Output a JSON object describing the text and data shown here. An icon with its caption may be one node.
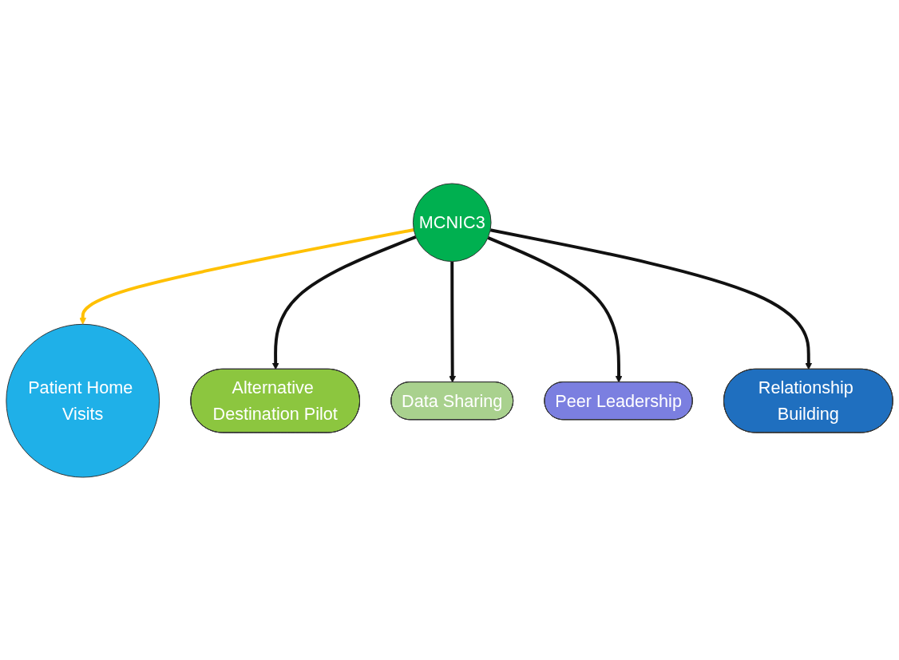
{
  "diagram": {
    "nodes": [
      {
        "text": [
          "Patient Home Visits"
        ]
      },
      {
        "text": [
          "Alternative Destination Pilot"
        ]
      },
      {
        "text": [
          "Data Sharing"
        ]
      },
      {
        "text": [
          "MCNIC3"
        ]
      },
      {
        "text": [
          "Peer Leadership"
        ]
      },
      {
        "text": [
          "Relationship Building"
        ]
      }
    ],
    "edges": [
      {
        "from": 3,
        "to": 0,
        "arrow": "to",
        "color": "#ffc000"
      },
      {
        "from": 3,
        "to": 1,
        "arrow": "to"
      },
      {
        "from": 3,
        "to": 2,
        "arrow": "to"
      },
      {
        "from": 3,
        "to": 4,
        "arrow": "to"
      },
      {
        "from": 3,
        "to": 5,
        "arrow": "to"
      }
    ]
  }
}
